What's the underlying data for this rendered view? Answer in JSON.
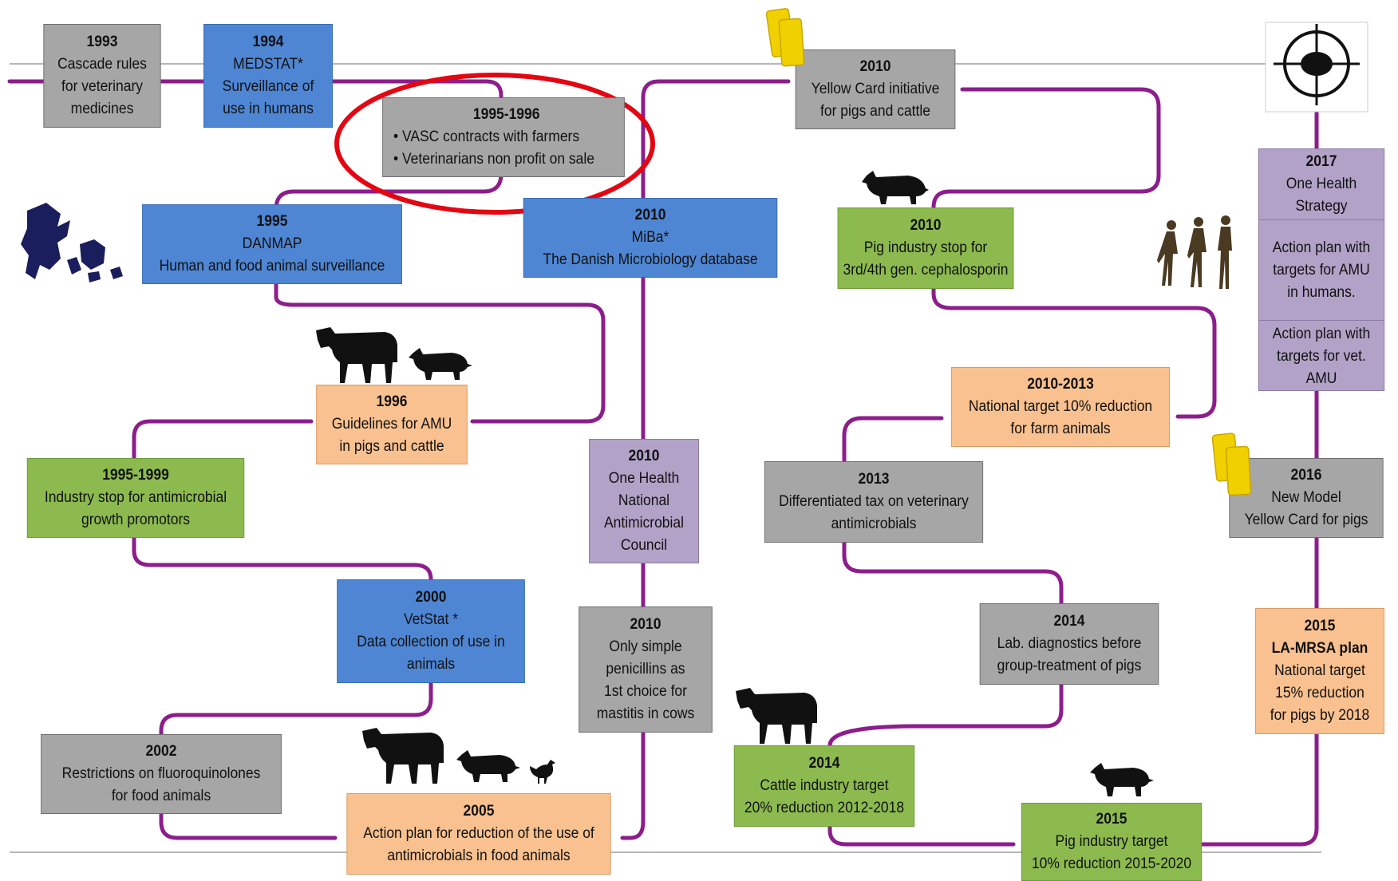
{
  "colors": {
    "line": "#8c1e8c",
    "highlight": "#e30613",
    "gray": "#a6a6a6",
    "blue": "#4e86d4",
    "green": "#8cba4f",
    "orange": "#f9c18f",
    "purple": "#b3a2c8",
    "silhouette": "#111111",
    "map": "#1b1e5c",
    "card": "#f1d000"
  },
  "events": {
    "e1993": {
      "year": "1993",
      "lines": [
        "Cascade rules",
        "for veterinary",
        "medicines"
      ]
    },
    "e1994": {
      "year": "1994",
      "lines": [
        "MEDSTAT*",
        "Surveillance of",
        "use in humans"
      ]
    },
    "e1995_1996": {
      "year": "1995-1996",
      "bullets": [
        "VASC contracts with farmers",
        "Veterinarians non profit on sale"
      ]
    },
    "e1995": {
      "year": "1995",
      "lines": [
        "DANMAP",
        "Human and food animal surveillance"
      ]
    },
    "e1996": {
      "year": "1996",
      "lines": [
        "Guidelines for AMU",
        "in pigs and cattle"
      ]
    },
    "e1995_1999": {
      "year": "1995-1999",
      "lines": [
        "Industry stop for antimicrobial",
        "growth promotors"
      ]
    },
    "e2000": {
      "year": "2000",
      "lines": [
        "VetStat *",
        "Data collection of use in",
        "animals"
      ]
    },
    "e2002": {
      "year": "2002",
      "lines": [
        "Restrictions on fluoroquinolones",
        "for food animals"
      ]
    },
    "e2005": {
      "year": "2005",
      "lines": [
        "Action plan for reduction of the use of",
        "antimicrobials in food animals"
      ]
    },
    "e2010_miba": {
      "year": "2010",
      "lines": [
        "MiBa*",
        "The Danish Microbiology database"
      ]
    },
    "e2010_council": {
      "year": "2010",
      "lines": [
        "One Health",
        "National",
        "Antimicrobial",
        "Council"
      ]
    },
    "e2010_penicillin": {
      "year": "2010",
      "lines": [
        "Only simple",
        "penicillins as",
        "1st choice for",
        "mastitis in cows"
      ]
    },
    "e2010_yellow": {
      "year": "2010",
      "lines": [
        "Yellow Card initiative",
        "for pigs and cattle"
      ]
    },
    "e2010_pig": {
      "year": "2010",
      "lines": [
        "Pig industry stop for",
        "3rd/4th gen. cephalosporin"
      ]
    },
    "e2010_2013": {
      "year": "2010-2013",
      "lines": [
        "National target 10% reduction",
        "for farm animals"
      ]
    },
    "e2013": {
      "year": "2013",
      "lines": [
        "Differentiated tax on veterinary",
        "antimicrobials"
      ]
    },
    "e2014_lab": {
      "year": "2014",
      "lines": [
        "Lab. diagnostics before",
        "group-treatment of pigs"
      ]
    },
    "e2014_cattle": {
      "year": "2014",
      "lines": [
        "Cattle industry target",
        "20% reduction 2012-2018"
      ]
    },
    "e2015_pig": {
      "year": "2015",
      "lines": [
        "Pig industry target",
        "10% reduction 2015-2020"
      ]
    },
    "e2015_mrsa": {
      "year": "2015",
      "title": "LA-MRSA plan",
      "lines": [
        "National target",
        "15% reduction",
        "for pigs by 2018"
      ]
    },
    "e2016": {
      "year": "2016",
      "lines": [
        "New Model",
        "Yellow Card for pigs"
      ]
    },
    "e2017": {
      "year": "2017",
      "lines": [
        "One Health",
        "Strategy"
      ],
      "section2": [
        "Action plan with",
        "targets for AMU",
        "in humans."
      ],
      "section3": [
        "Action plan with",
        "targets for vet.",
        "AMU"
      ]
    }
  },
  "icons": [
    "denmark-map-icon",
    "target-crosshair-icon",
    "yellow-card-icon",
    "pig-icon",
    "cow-icon",
    "chicken-icon",
    "human-evolution-icon"
  ]
}
